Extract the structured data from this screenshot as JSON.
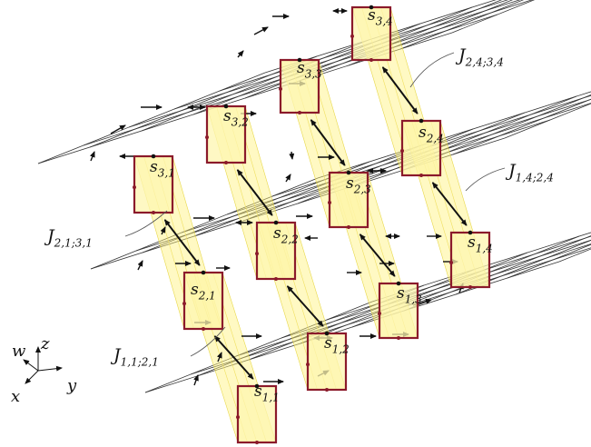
{
  "sites": [
    {
      "id": "s34",
      "base": "s",
      "sub": "3,4"
    },
    {
      "id": "s33",
      "base": "s",
      "sub": "3,3"
    },
    {
      "id": "s32",
      "base": "s",
      "sub": "3,2"
    },
    {
      "id": "s31",
      "base": "s",
      "sub": "3,1"
    },
    {
      "id": "s24",
      "base": "s",
      "sub": "2,4"
    },
    {
      "id": "s23",
      "base": "s",
      "sub": "2,3"
    },
    {
      "id": "s22",
      "base": "s",
      "sub": "2,2"
    },
    {
      "id": "s21",
      "base": "s",
      "sub": "2,1"
    },
    {
      "id": "s14",
      "base": "s",
      "sub": "1,4"
    },
    {
      "id": "s13",
      "base": "s",
      "sub": "1,3"
    },
    {
      "id": "s12",
      "base": "s",
      "sub": "1,2"
    },
    {
      "id": "s11",
      "base": "s",
      "sub": "1,1"
    }
  ],
  "couplings": [
    {
      "id": "J2434",
      "base": "J",
      "sub": "2,4;3,4"
    },
    {
      "id": "J1424",
      "base": "J",
      "sub": "1,4;2,4"
    },
    {
      "id": "J2131",
      "base": "J",
      "sub": "2,1;3,1"
    },
    {
      "id": "J1121",
      "base": "J",
      "sub": "1,1;2,1"
    }
  ],
  "axes": {
    "w": "w",
    "z": "z",
    "x": "x",
    "y": "y"
  },
  "colors": {
    "plaquette_edge": "#8b1a2b",
    "plaquette_fill": "#fdf6b0",
    "coupling_fill": "#fff27a",
    "grid": "#333333",
    "arrow": "#111111"
  }
}
